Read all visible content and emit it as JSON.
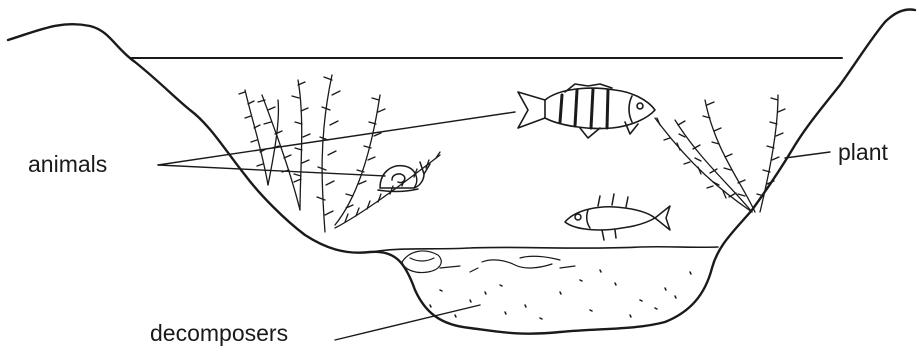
{
  "labels": {
    "animals": "animals",
    "plant": "plant",
    "decomposers": "decomposers"
  },
  "icons": [
    "fish-icon",
    "fish-icon",
    "snail-icon",
    "plant-icon"
  ]
}
